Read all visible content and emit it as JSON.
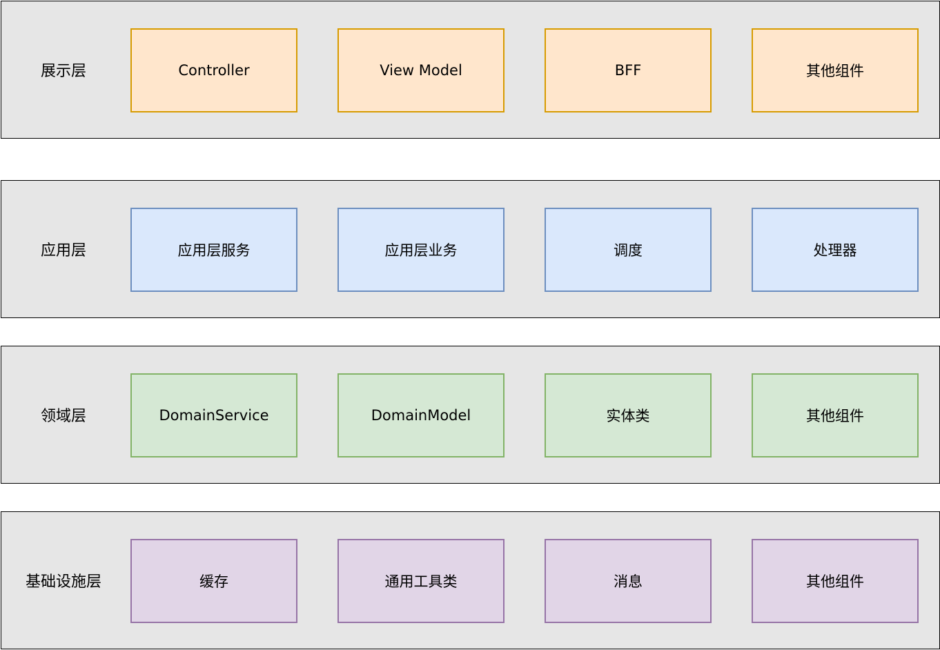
{
  "layers": [
    {
      "label": "展示层",
      "fill": "#ffe6cc",
      "stroke": "#d79b00",
      "components": [
        "Controller",
        "View Model",
        "BFF",
        "其他组件"
      ]
    },
    {
      "label": "应用层",
      "fill": "#dae8fc",
      "stroke": "#6c8ebf",
      "components": [
        "应用层服务",
        "应用层业务",
        "调度",
        "处理器"
      ]
    },
    {
      "label": "领域层",
      "fill": "#d5e8d4",
      "stroke": "#82b366",
      "components": [
        "DomainService",
        "DomainModel",
        "实体类",
        "其他组件"
      ]
    },
    {
      "label": "基础设施层",
      "fill": "#e1d5e7",
      "stroke": "#9673a6",
      "components": [
        "缓存",
        "通用工具类",
        "消息",
        "其他组件"
      ]
    }
  ]
}
